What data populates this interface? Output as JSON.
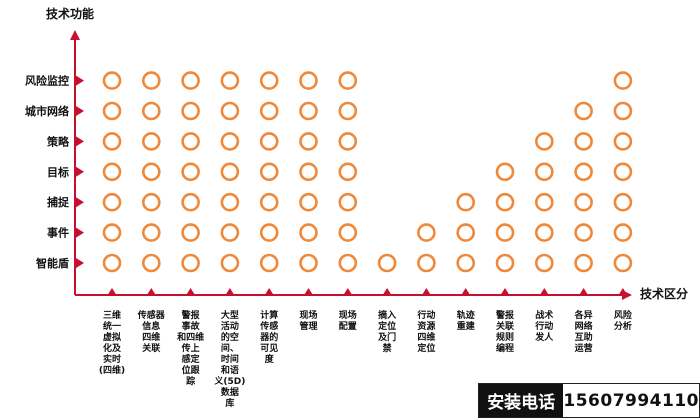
{
  "diagram": {
    "y_axis_title": "技术功能",
    "x_axis_title": "技术区分",
    "rows": [
      "风险监控",
      "城市网络",
      "策略",
      "目标",
      "捕捉",
      "事件",
      "智能盾"
    ],
    "columns": [
      [
        "三维",
        "统一",
        "虚拟",
        "化及",
        "实时",
        "(四维)"
      ],
      [
        "传感器",
        "信息",
        "四维",
        "关联"
      ],
      [
        "警报",
        "事故",
        "和四维",
        "传上",
        "感定",
        "位跟",
        "踪"
      ],
      [
        "大型",
        "活动",
        "的空",
        "间、",
        "时间",
        "和语",
        "义(5D)",
        "数据",
        "库"
      ],
      [
        "计算",
        "传感",
        "器的",
        "可见",
        "度"
      ],
      [
        "现场",
        "管理"
      ],
      [
        "现场",
        "配置"
      ],
      [
        "摘入",
        "定位",
        "及门",
        "禁"
      ],
      [
        "行动",
        "资源",
        "四维",
        "定位"
      ],
      [
        "轨迹",
        "重建"
      ],
      [
        "警报",
        "关联",
        "规则",
        "编程"
      ],
      [
        "战术",
        "行动",
        "发人"
      ],
      [
        "各异",
        "网络",
        "互助",
        "运营"
      ],
      [
        "风险",
        "分析"
      ]
    ],
    "column_heights": [
      7,
      7,
      7,
      7,
      7,
      7,
      7,
      1,
      2,
      3,
      4,
      5,
      6,
      7
    ],
    "colors": {
      "axis": "#c8102e",
      "dot": "#f0883a",
      "text": "#111111"
    }
  },
  "contact": {
    "label": "安装电话",
    "phone": "15607994110"
  }
}
